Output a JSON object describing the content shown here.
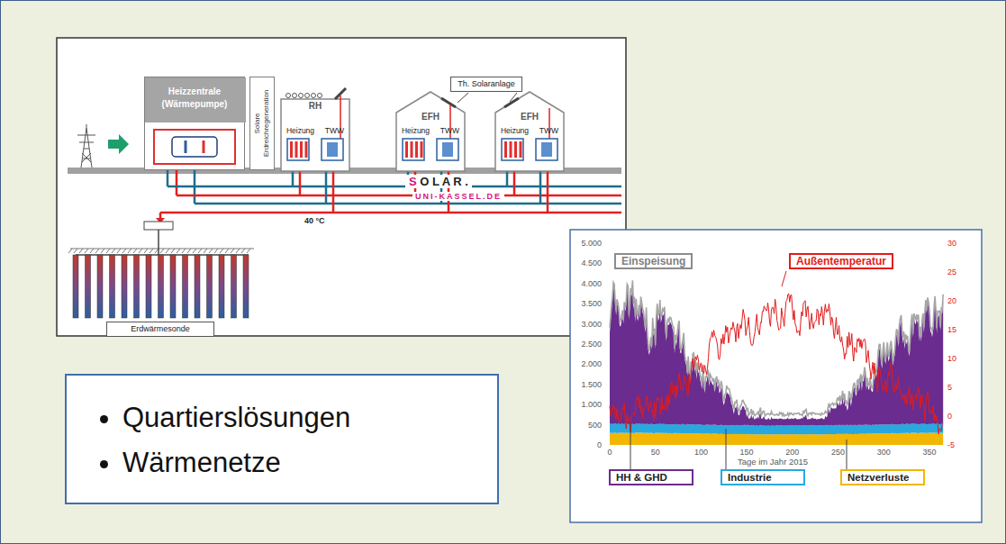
{
  "diagram": {
    "nodes": [
      {
        "text": [
          "Heizzentrale (Wärmepumpe)"
        ]
      },
      {
        "text": [
          "Solare Erdreichregeneration"
        ]
      },
      {
        "text": [
          "RH",
          "Heizung",
          "TWW"
        ]
      },
      {
        "text": [
          "Th. Solaranlage"
        ]
      },
      {
        "text": [
          "EFH",
          "Heizung",
          "TWW"
        ]
      },
      {
        "text": [
          "EFH",
          "Heizung",
          "TWW"
        ]
      },
      {
        "text": [
          "Erdwärmesonde"
        ]
      },
      {
        "text": [
          "Quartierslösungen",
          "Wärmenetze"
        ]
      }
    ],
    "labels": [
      "40 °C",
      "S O L A R .",
      "UNI-KASSEL.DE",
      "5.000",
      "4.500",
      "4.000",
      "3.500",
      "3.000",
      "2.500",
      "2.000",
      "1.500",
      "1.000",
      "500",
      "0",
      "30",
      "25",
      "20",
      "15",
      "10",
      "5",
      "0",
      "-5",
      "0",
      "50",
      "100",
      "150",
      "200",
      "250",
      "300",
      "350",
      "Tage im Jahr 2015",
      "Einspeisung",
      "Außentemperatur"
    ],
    "legend": [
      {
        "text": "HH & GHD",
        "color": "#6a2c8e"
      },
      {
        "text": "Industrie",
        "color": "#29a8e0"
      },
      {
        "text": "Netzverluste",
        "color": "#f2b705"
      }
    ]
  }
}
